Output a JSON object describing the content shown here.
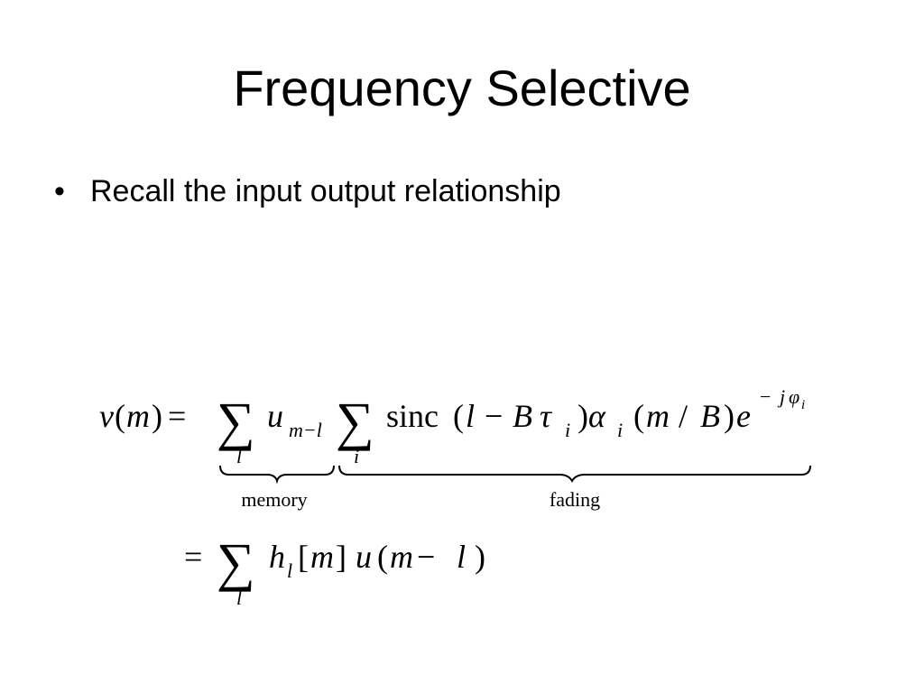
{
  "slide": {
    "title": "Frequency Selective",
    "bullet_marker": "•",
    "bullet_text": "Recall the input output relationship"
  },
  "equation": {
    "line1": {
      "lhs_func": "v",
      "lhs_paren_open": "(",
      "lhs_arg": "m",
      "lhs_paren_close": ")",
      "equals": "=",
      "sum1_symbol": "∑",
      "sum1_index": "l",
      "u_var": "u",
      "u_subscript": "m−l",
      "sum2_symbol": "∑",
      "sum2_index": "i",
      "sinc_func": "sinc",
      "sinc_open": "(",
      "l_var": "l",
      "minus": "−",
      "B_var": "B",
      "tau_var": "τ",
      "tau_sub": "i",
      "sinc_close": ")",
      "alpha_var": "α",
      "alpha_sub": "i",
      "arg_open": "(",
      "m_var": "m",
      "slash": "/",
      "B_var2": "B",
      "arg_close": ")",
      "e_var": "e",
      "exp_minus": "−",
      "exp_j": "j",
      "exp_phi": "φ",
      "exp_phi_sub": "i",
      "brace1_label": "memory",
      "brace2_label": "fading"
    },
    "line2": {
      "equals": "=",
      "sum_symbol": "∑",
      "sum_index": "l",
      "h_var": "h",
      "h_sub": "l",
      "bracket_open": "[",
      "m_var": "m",
      "bracket_close": "]",
      "u_var": "u",
      "paren_open": "(",
      "m_var2": "m",
      "minus": "−",
      "l_var": "l",
      "paren_close": ")"
    }
  }
}
